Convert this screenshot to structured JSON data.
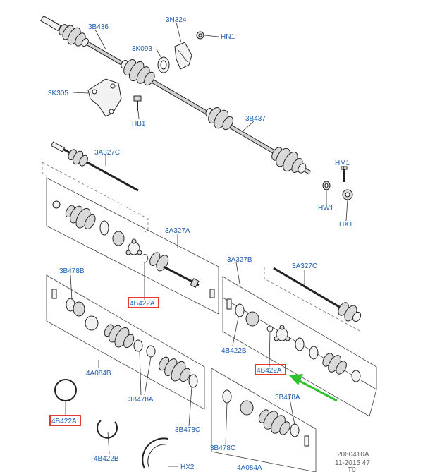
{
  "labels": {
    "3B436": "3B436",
    "3N324": "3N324",
    "HN1": "HN1",
    "3K093": "3K093",
    "3K305": "3K305",
    "HB1": "HB1",
    "3B437": "3B437",
    "3A327C_top": "3A327C",
    "HM1": "HM1",
    "HW1": "HW1",
    "HX1": "HX1",
    "3A327A": "3A327A",
    "4B422A_a": "4B422A",
    "3B478B": "3B478B",
    "3A327B": "3A327B",
    "3A327C_mid": "3A327C",
    "4B422B_mid": "4B422B",
    "4B422A_b": "4B422A",
    "4A084B": "4A084B",
    "3B478A_left": "3B478A",
    "3B478A_right": "3B478A",
    "4B422A_c": "4B422A",
    "3B478C_left": "3B478C",
    "4B422B_bottom": "4B422B",
    "3B478C_right": "3B478C",
    "HX2": "HX2",
    "4A084A": "4A084A"
  },
  "reference": {
    "code": "2060410A",
    "date": "11-2015 47",
    "suffix": "T0"
  },
  "colors": {
    "label": "#1f5fb0",
    "highlight": "#e0241a",
    "arrow": "#2fc22f"
  }
}
